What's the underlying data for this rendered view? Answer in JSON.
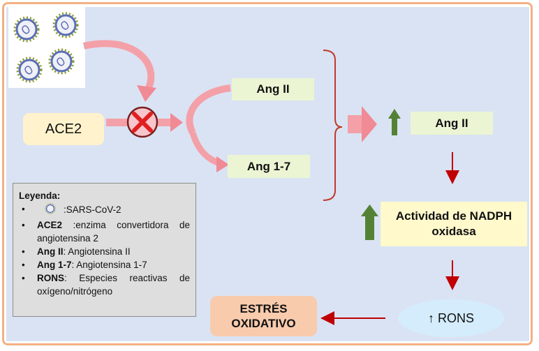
{
  "nodes": {
    "ace2": "ACE2",
    "ang_ii_top": "Ang II",
    "ang_1_7": "Ang 1-7",
    "ang_ii_result": "Ang II",
    "nadph": "Actividad de NADPH oxidasa",
    "rons": "↑ RONS",
    "estres": "ESTRÉS OXIDATIVO"
  },
  "legend": {
    "title": "Leyenda:",
    "items": [
      {
        "term": "",
        "desc": ":SARS-CoV-2",
        "icon": "virus-icon"
      },
      {
        "term": "ACE2",
        "desc": " :enzima convertidora de angiotensina 2"
      },
      {
        "term": "Ang II",
        "desc": ": Angiotensina II"
      },
      {
        "term": "Ang 1-7",
        "desc": ": Angiotensina 1-7"
      },
      {
        "term": "RONS",
        "desc": ": Especies reactivas de oxígeno/nitrógeno"
      }
    ]
  },
  "icons": [
    "virus-icon",
    "blocked-x-icon",
    "up-arrow-icon",
    "bracket-icon"
  ],
  "colors": {
    "frame_border": "#f4b183",
    "panel": "#dae3f3",
    "pink_arrow": "#f4a0a8",
    "dark_red_arrow": "#c00000",
    "green_arrow": "#548235",
    "bracket": "#c0392b"
  }
}
